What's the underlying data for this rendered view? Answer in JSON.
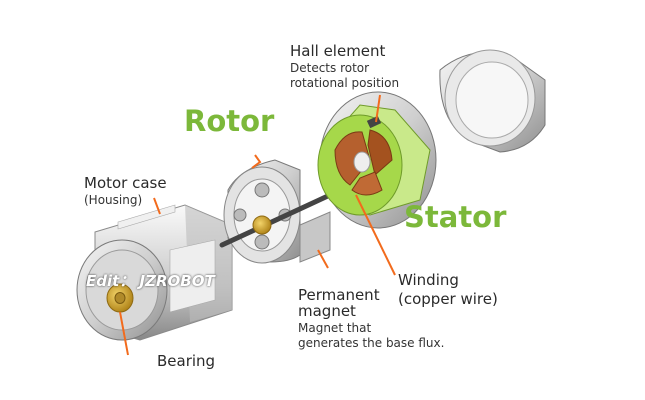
{
  "labels": {
    "hall_title": "Hall element",
    "hall_desc_1": "Detects rotor",
    "hall_desc_2": "rotational position",
    "rotor": "Rotor",
    "stator": "Stator",
    "motor_case": "Motor case",
    "housing": "(Housing)",
    "edit_watermark": "Edit： JZROBOT",
    "winding_1": "Winding",
    "winding_2": "(copper wire)",
    "magnet_1": "Permanent",
    "magnet_2": "magnet",
    "magnet_desc_1": "Magnet that",
    "magnet_desc_2": "generates the base flux.",
    "bearing": "Bearing"
  },
  "colors": {
    "accent_green": "#7cb83a",
    "leader_orange": "#f26b1d",
    "metal_light": "#e8e8e8",
    "metal_dark": "#9a9a9a",
    "copper": "#b5602e",
    "stator_green": "#a6d84a",
    "brass": "#d4a829"
  }
}
